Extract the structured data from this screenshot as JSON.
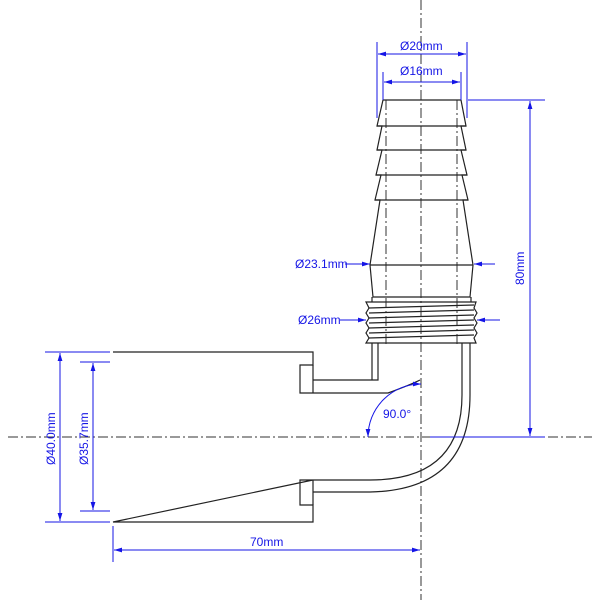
{
  "drawing": {
    "dimensions": {
      "outer_barb_diameter": "Ø20mm",
      "inner_barb_diameter": "Ø16mm",
      "max_barb_diameter": "Ø23.1mm",
      "thread_diameter": "Ø26mm",
      "height": "80mm",
      "socket_outer_diameter": "Ø40.0mm",
      "socket_inner_diameter": "Ø35.7mm",
      "angle": "90.0°",
      "length": "70mm"
    },
    "colors": {
      "dimension": "#1515e6",
      "outline": "#222222"
    }
  }
}
